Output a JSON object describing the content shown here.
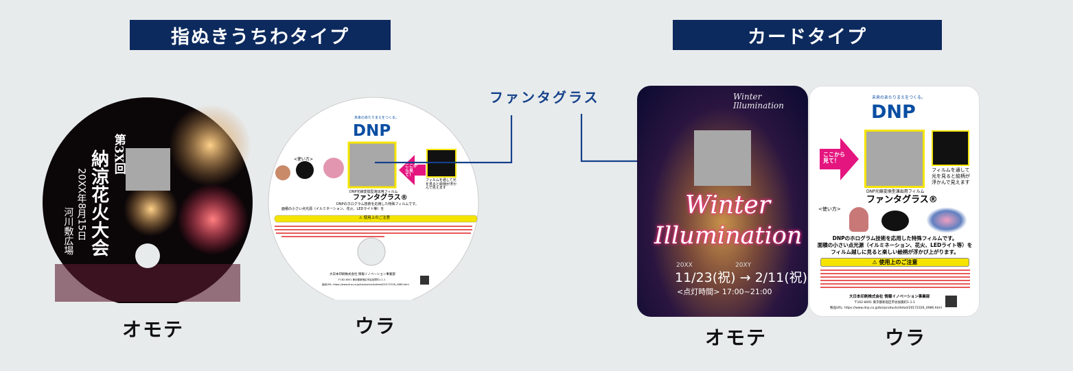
{
  "headers": {
    "uchiwa": "指ぬきうちわタイプ",
    "card": "カードタイプ"
  },
  "label": "ファンタグラス",
  "captions": {
    "uchiwa_front": "オモテ",
    "uchiwa_back": "ウラ",
    "card_front": "オモテ",
    "card_back": "ウラ"
  },
  "uchiwa_front": {
    "title_line1": "第3X回",
    "title_line2": "納涼花火大会",
    "date": "20XX年8月15日",
    "place": "河川敷広場"
  },
  "back_common": {
    "tagline": "未来のあたりまえをつくる。",
    "logo": "DNP",
    "look_here": "ここから見て！",
    "film_note": "フィルムを通して光を見ると絵柄が浮かんで見えます",
    "product_sub": "DNP光線変換型演出用フィルム",
    "product_name": "ファンタグラス®",
    "how_to": "<使い方>",
    "desc1": "DNPのホログラム技術を応用した特殊フィルムです。",
    "desc2": "面積の小さい点光源（イルミネーション、花火、LEDライト等）を",
    "desc3": "フィルム越しに見ると楽しい絵柄が浮かび上がります。",
    "caution": "⚠ 使用上のご注意",
    "company": "大日本印刷株式会社 情報イノベーション事業部",
    "address": "〒162-8001 東京都新宿区市谷加賀町1-1-1",
    "url": "製品URL: https://www.dnp.co.jp/biz/products/detail/20172326_4986.html"
  },
  "card_front": {
    "small_title": "Winter Illumination",
    "title_line1": "Winter",
    "title_line2": "Illumination",
    "year_start": "20XX",
    "year_end": "20XY",
    "dates": "11/23(祝) → 2/11(祝)",
    "hours": "<点灯時間> 17:00~21:00"
  },
  "colors": {
    "navy": "#0d2a5e",
    "magenta": "#e4157f",
    "yellow": "#f5e400",
    "dnp_blue": "#0a4ea2"
  }
}
